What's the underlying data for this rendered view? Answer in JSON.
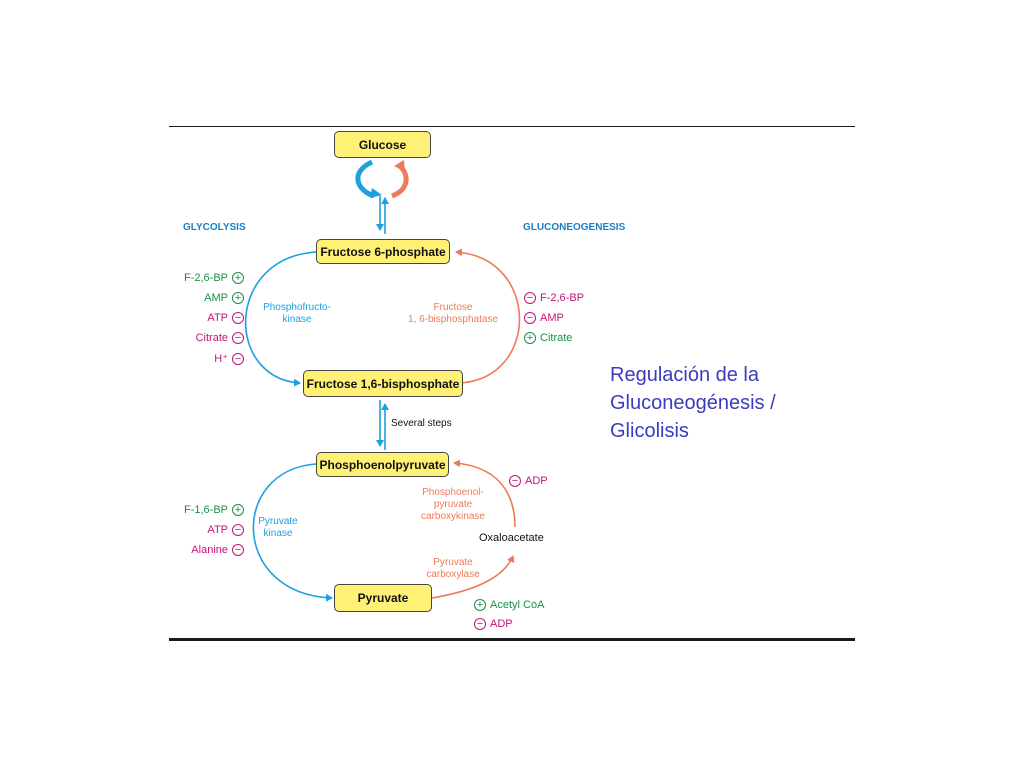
{
  "nodes": {
    "glucose": "Glucose",
    "fructose6p": "Fructose 6-phosphate",
    "fructose16bp": "Fructose 1,6-bisphosphate",
    "pep": "Phosphoenolpyruvate",
    "pyruvate": "Pyruvate",
    "oxaloacetate": "Oxaloacetate"
  },
  "labels": {
    "glycolysis": "GLYCOLYSIS",
    "gluconeogenesis": "GLUCONEOGENESIS",
    "several_steps": "Several steps"
  },
  "enzymes": {
    "pfk": "Phosphofructo-\nkinase",
    "fbpase": "Fructose\n1, 6-bisphosphatase",
    "pk": "Pyruvate\nkinase",
    "pepck": "Phosphoenol-\npyruvate\ncarboxykinase",
    "pc": "Pyruvate\ncarboxylase"
  },
  "regulators": {
    "pfk": [
      {
        "sign": "+",
        "name": "F-2,6-BP"
      },
      {
        "sign": "+",
        "name": "AMP"
      },
      {
        "sign": "−",
        "name": "ATP"
      },
      {
        "sign": "−",
        "name": "Citrate"
      },
      {
        "sign": "−",
        "name": "H⁺"
      }
    ],
    "fbpase": [
      {
        "sign": "−",
        "name": "F-2,6-BP"
      },
      {
        "sign": "−",
        "name": "AMP"
      },
      {
        "sign": "+",
        "name": "Citrate"
      }
    ],
    "pk": [
      {
        "sign": "+",
        "name": "F-1,6-BP"
      },
      {
        "sign": "−",
        "name": "ATP"
      },
      {
        "sign": "−",
        "name": "Alanine"
      }
    ],
    "pepck": [
      {
        "sign": "−",
        "name": "ADP"
      }
    ],
    "pc": [
      {
        "sign": "+",
        "name": "Acetyl CoA"
      },
      {
        "sign": "−",
        "name": "ADP"
      }
    ]
  },
  "title": {
    "line1": "Regulación de la",
    "line2": "Gluconeogénesis /",
    "line3": "Glicolisis"
  },
  "colors": {
    "glycolysis_arrow": "#1ca0df",
    "gluconeogenesis_arrow": "#ec7b5a",
    "activator": "#1a8f47",
    "inhibitor": "#c2137a",
    "label_blue": "#1b7fc4",
    "node_fill": "#fff176",
    "title": "#3b3bbf"
  }
}
